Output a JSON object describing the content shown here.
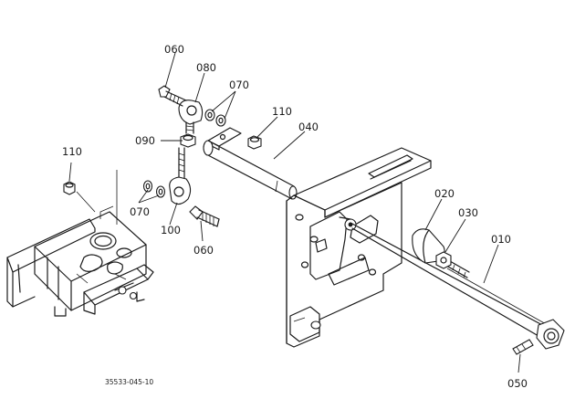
{
  "figure": {
    "drawing_code": "35533-045-10",
    "callouts": [
      {
        "id": "060a",
        "label": "060"
      },
      {
        "id": "080",
        "label": "080"
      },
      {
        "id": "070a",
        "label": "070"
      },
      {
        "id": "110a",
        "label": "110"
      },
      {
        "id": "040",
        "label": "040"
      },
      {
        "id": "090",
        "label": "090"
      },
      {
        "id": "110b",
        "label": "110"
      },
      {
        "id": "070b",
        "label": "070"
      },
      {
        "id": "100",
        "label": "100"
      },
      {
        "id": "060b",
        "label": "060"
      },
      {
        "id": "020",
        "label": "020"
      },
      {
        "id": "030",
        "label": "030"
      },
      {
        "id": "010",
        "label": "010"
      },
      {
        "id": "050",
        "label": "050"
      }
    ]
  }
}
